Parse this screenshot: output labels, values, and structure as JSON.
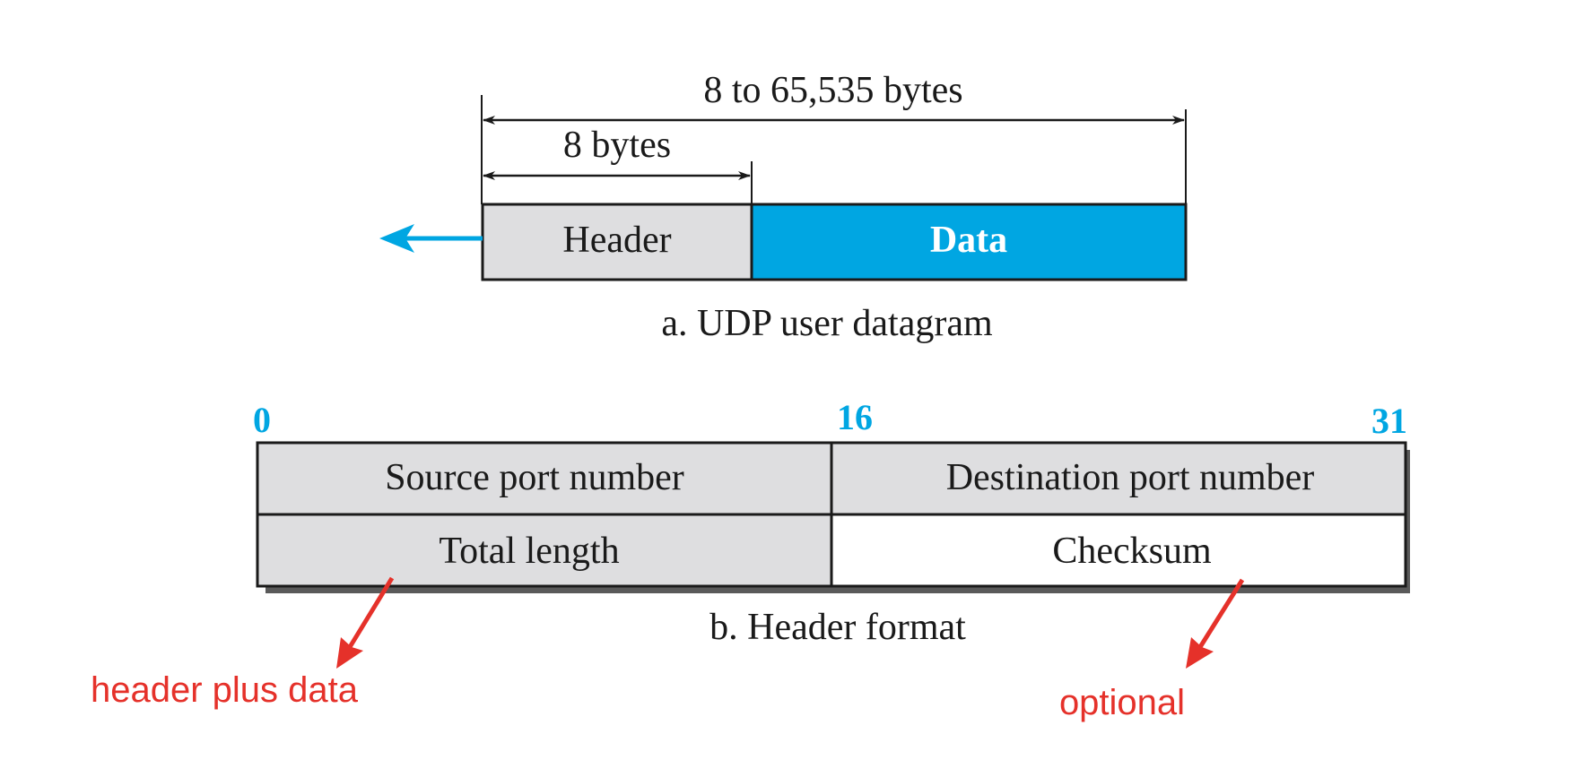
{
  "datagram": {
    "total_size_label": "8 to 65,535 bytes",
    "header_size_label": "8 bytes",
    "header_label": "Header",
    "data_label": "Data",
    "caption": "a. UDP user datagram"
  },
  "header_format": {
    "bit_labels": {
      "start": "0",
      "middle": "16",
      "end": "31"
    },
    "fields": {
      "source_port": "Source port number",
      "destination_port": "Destination port number",
      "total_length": "Total length",
      "checksum": "Checksum"
    },
    "caption": "b. Header format"
  },
  "annotations": {
    "total_length_note": "header plus data",
    "checksum_note": "optional"
  },
  "colors": {
    "accent_blue": "#00A6E2",
    "annotation_red": "#E5312A",
    "cell_gray": "#DEDEE0",
    "line": "#1A1A1A",
    "shadow": "#5A5A5A"
  }
}
